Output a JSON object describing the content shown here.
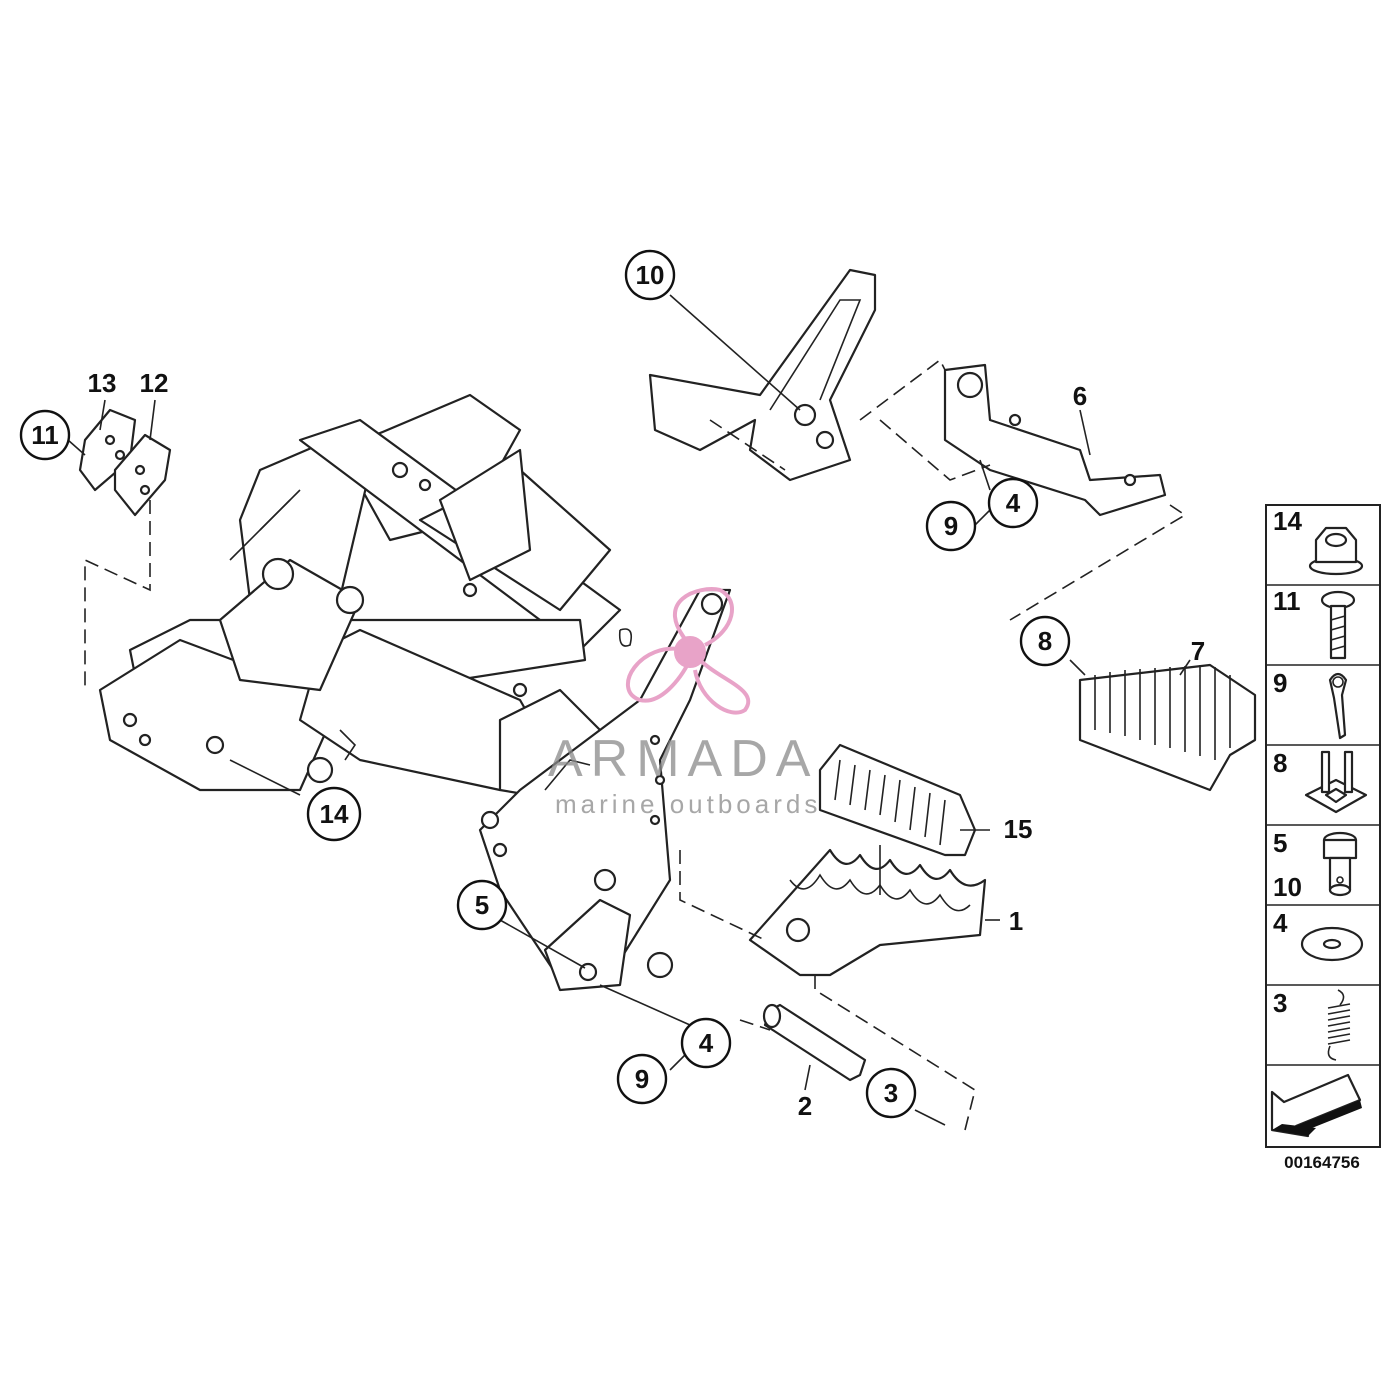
{
  "diagram": {
    "callouts": {
      "c10": "10",
      "c6": "6",
      "c4_top": "4",
      "c9_top": "9",
      "c13": "13",
      "c12": "12",
      "c11": "11",
      "c8": "8",
      "c7": "7",
      "c14": "14",
      "c15": "15",
      "c1": "1",
      "c5": "5",
      "c4_bottom": "4",
      "c9_bottom": "9",
      "c2": "2",
      "c3": "3"
    },
    "legend": [
      {
        "number": "14",
        "icon": "flange-nut-icon"
      },
      {
        "number": "11",
        "icon": "bolt-icon"
      },
      {
        "number": "9",
        "icon": "cotter-pin-icon"
      },
      {
        "number": "8",
        "icon": "clip-nut-icon"
      },
      {
        "number": "5",
        "number2": "10",
        "icon": "pin-icon"
      },
      {
        "number": "4",
        "icon": "washer-icon"
      },
      {
        "number": "3",
        "icon": "spring-icon"
      },
      {
        "number": "",
        "icon": "arrow-icon"
      }
    ],
    "diagram_id": "00164756"
  },
  "watermark": {
    "title": "ARMADA",
    "subtitle": "marine outboards",
    "color": "#e8a3c8"
  }
}
